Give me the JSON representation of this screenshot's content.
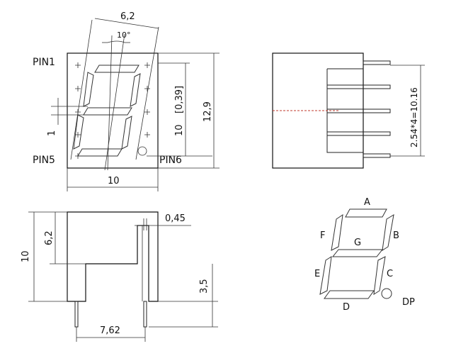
{
  "front_view": {
    "pin1_label": "PIN1",
    "pin5_label": "PIN5",
    "pin6_label": "PIN6",
    "dim_tilt_width": "6,2",
    "dim_angle": "10°",
    "dim_height_10": "10",
    "dim_height_inch": "[0,39]",
    "dim_height_total": "12,9",
    "dim_segment": "1",
    "dim_width": "10"
  },
  "side_view": {
    "dim_pin_pitch": "2.54*4=10.16"
  },
  "bottom_view": {
    "dim_height": "10",
    "dim_offset": "6,2",
    "dim_pin_dia": "0,45",
    "dim_pin_len": "3,5",
    "dim_row_spacing": "7,62"
  },
  "segment_legend": {
    "a": "A",
    "b": "B",
    "c": "C",
    "d": "D",
    "e": "E",
    "f": "F",
    "g": "G",
    "dp": "DP"
  }
}
